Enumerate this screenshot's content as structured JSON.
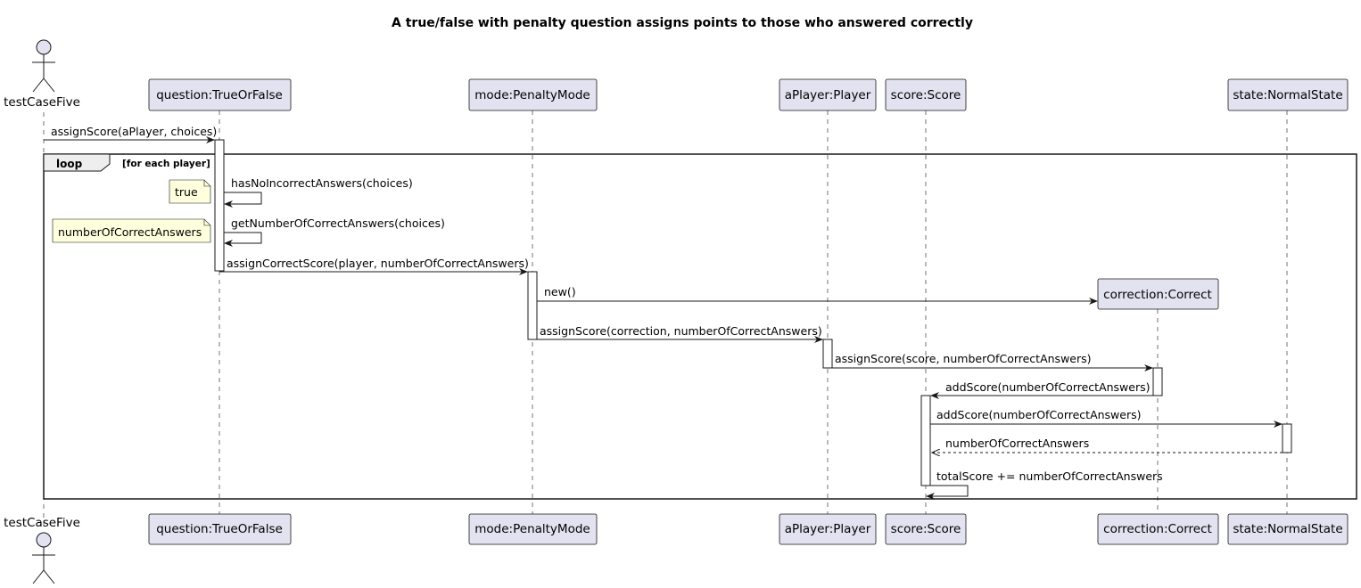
{
  "title": "A true/false with penalty question assigns points to those who answered correctly",
  "actor": {
    "label": "testCaseFive"
  },
  "participants": {
    "question": "question:TrueOrFalse",
    "mode": "mode:PenaltyMode",
    "player": "aPlayer:Player",
    "score": "score:Score",
    "correction": "correction:Correct",
    "state": "state:NormalState"
  },
  "loop": {
    "keyword": "loop",
    "condition": "[for each player]"
  },
  "notes": {
    "true_note": "true",
    "count_note": "numberOfCorrectAnswers"
  },
  "messages": {
    "m1": "assignScore(aPlayer, choices)",
    "m2": "hasNoIncorrectAnswers(choices)",
    "m3": "getNumberOfCorrectAnswers(choices)",
    "m4": "assignCorrectScore(player, numberOfCorrectAnswers)",
    "m5": "new()",
    "m6": "assignScore(correction, numberOfCorrectAnswers)",
    "m7": "assignScore(score, numberOfCorrectAnswers)",
    "m8": "addScore(numberOfCorrectAnswers)",
    "m9": "addScore(numberOfCorrectAnswers)",
    "m10": "numberOfCorrectAnswers",
    "m11": "totalScore += numberOfCorrectAnswers"
  },
  "colors": {
    "participant_fill": "#E2E2F0",
    "note_fill": "#FEFFDD",
    "line": "#181818"
  }
}
